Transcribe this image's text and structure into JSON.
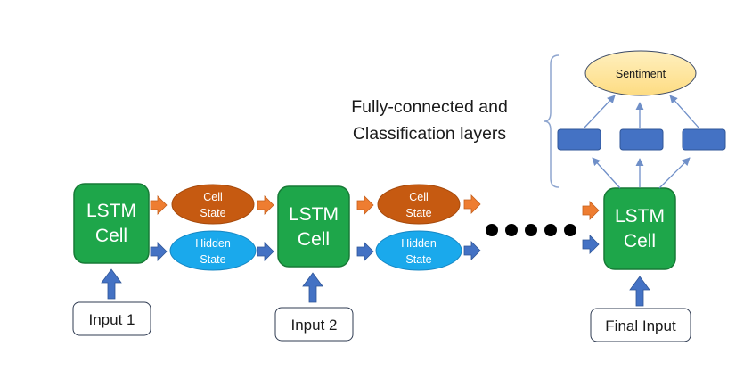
{
  "colors": {
    "lstm_fill": "#1ea64a",
    "lstm_stroke": "#177a36",
    "cell_state_fill": "#c65a11",
    "hidden_state_fill": "#1aa9ec",
    "orange_arrow": "#ee7d31",
    "blue_arrow": "#4472c4",
    "dense_fill": "#4472c4",
    "sentiment_fill": "#fde59a",
    "line": "#8fa6cf"
  },
  "lstm": {
    "label_line1": "LSTM",
    "label_line2": "Cell"
  },
  "states": {
    "cell_line1": "Cell",
    "cell_line2": "State",
    "hidden_line1": "Hidden",
    "hidden_line2": "State"
  },
  "inputs": {
    "first": "Input 1",
    "second": "Input 2",
    "final": "Final Input"
  },
  "caption": {
    "line1": "Fully-connected and",
    "line2": "Classification layers"
  },
  "output": {
    "sentiment": "Sentiment"
  }
}
